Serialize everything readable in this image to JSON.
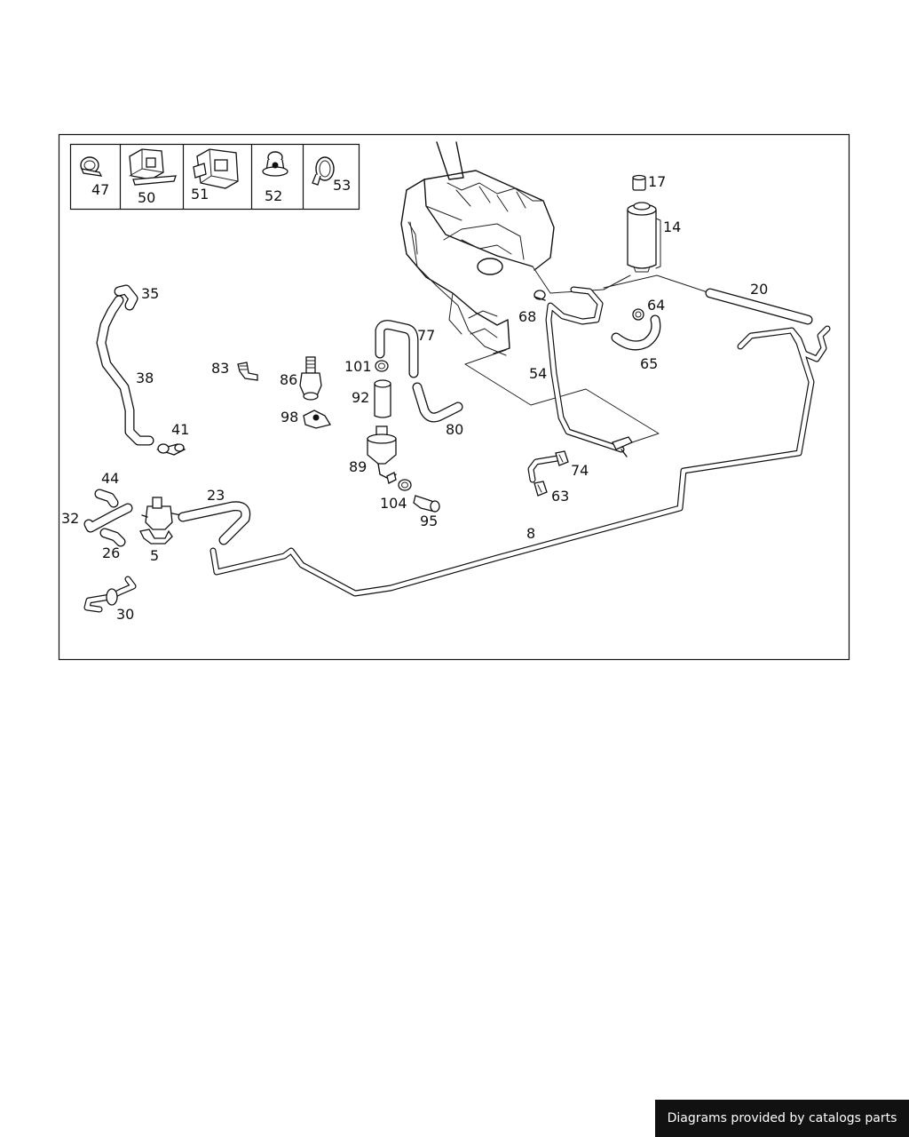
{
  "diagram": {
    "legend_labels": [
      "47",
      "50",
      "51",
      "52",
      "53"
    ],
    "part_labels": {
      "p17": "17",
      "p14": "14",
      "p20": "20",
      "p35": "35",
      "p38": "38",
      "p41": "41",
      "p83": "83",
      "p86": "86",
      "p98": "98",
      "p77": "77",
      "p101": "101",
      "p92": "92",
      "p80": "80",
      "p89": "89",
      "p104": "104",
      "p95": "95",
      "p68": "68",
      "p54": "54",
      "p64": "64",
      "p65": "65",
      "p74": "74",
      "p63": "63",
      "p44": "44",
      "p32": "32",
      "p26": "26",
      "p5": "5",
      "p23": "23",
      "p8": "8",
      "p30": "30"
    }
  },
  "footer": {
    "credit": "Diagrams provided by catalogs parts"
  },
  "colors": {
    "line": "#111111",
    "background": "#ffffff",
    "footer_bg": "#111111",
    "footer_text": "#ffffff"
  }
}
